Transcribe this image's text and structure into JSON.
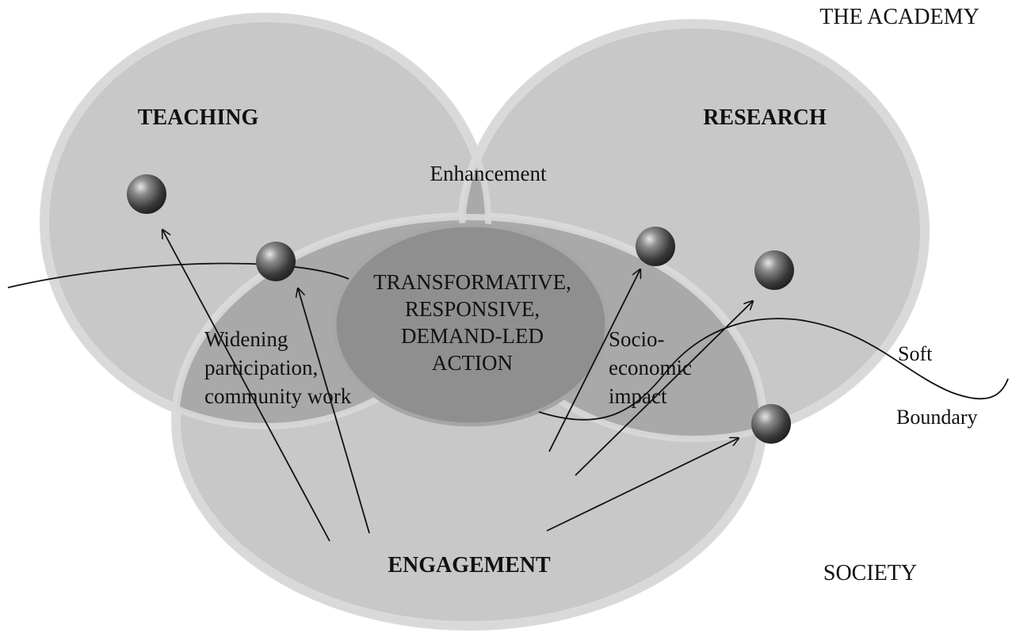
{
  "labels": {
    "academy": "THE ACADEMY",
    "society": "SOCIETY",
    "teaching": "TEACHING",
    "research": "RESEARCH",
    "engagement": "ENGAGEMENT",
    "enhancement": "Enhancement",
    "center": [
      "TRANSFORMATIVE,",
      "RESPONSIVE,",
      "DEMAND-LED",
      "ACTION"
    ],
    "widening": [
      "Widening",
      "participation,",
      "community work"
    ],
    "socio": [
      "Socio-",
      "economic",
      "impact"
    ],
    "soft_boundary": [
      "Soft",
      "Boundary"
    ]
  },
  "colors": {
    "circle_fill": "#c8c8c8",
    "circle_rim": "#dadada",
    "overlap_fill": "#a9a9a9",
    "center_fill": "#8f8f8f",
    "line": "#111111",
    "background": "#ffffff"
  }
}
